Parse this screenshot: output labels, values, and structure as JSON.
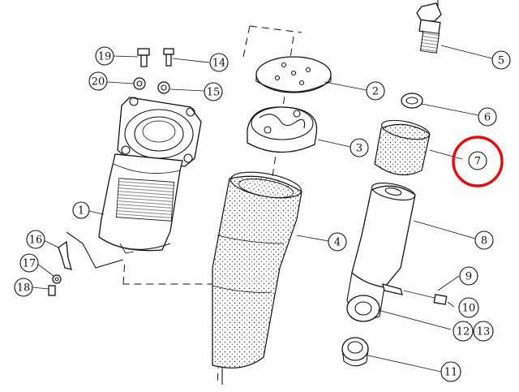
{
  "callouts": [
    {
      "id": "c1",
      "label": "1"
    },
    {
      "id": "c2",
      "label": "2"
    },
    {
      "id": "c3",
      "label": "3"
    },
    {
      "id": "c4",
      "label": "4"
    },
    {
      "id": "c5",
      "label": "5"
    },
    {
      "id": "c6",
      "label": "6"
    },
    {
      "id": "c7",
      "label": "7"
    },
    {
      "id": "c8",
      "label": "8"
    },
    {
      "id": "c9",
      "label": "9"
    },
    {
      "id": "c10",
      "label": "10"
    },
    {
      "id": "c11",
      "label": "11"
    },
    {
      "id": "c12",
      "label": "12"
    },
    {
      "id": "c13",
      "label": "13"
    },
    {
      "id": "c14",
      "label": "14"
    },
    {
      "id": "c15",
      "label": "15"
    },
    {
      "id": "c16",
      "label": "16"
    },
    {
      "id": "c17",
      "label": "17"
    },
    {
      "id": "c18",
      "label": "18"
    },
    {
      "id": "c19",
      "label": "19"
    },
    {
      "id": "c20",
      "label": "20"
    }
  ],
  "highlight": {
    "callout": "7",
    "color": "#e01010"
  },
  "colors": {
    "ink": "#111111",
    "paper": "#ffffff"
  }
}
